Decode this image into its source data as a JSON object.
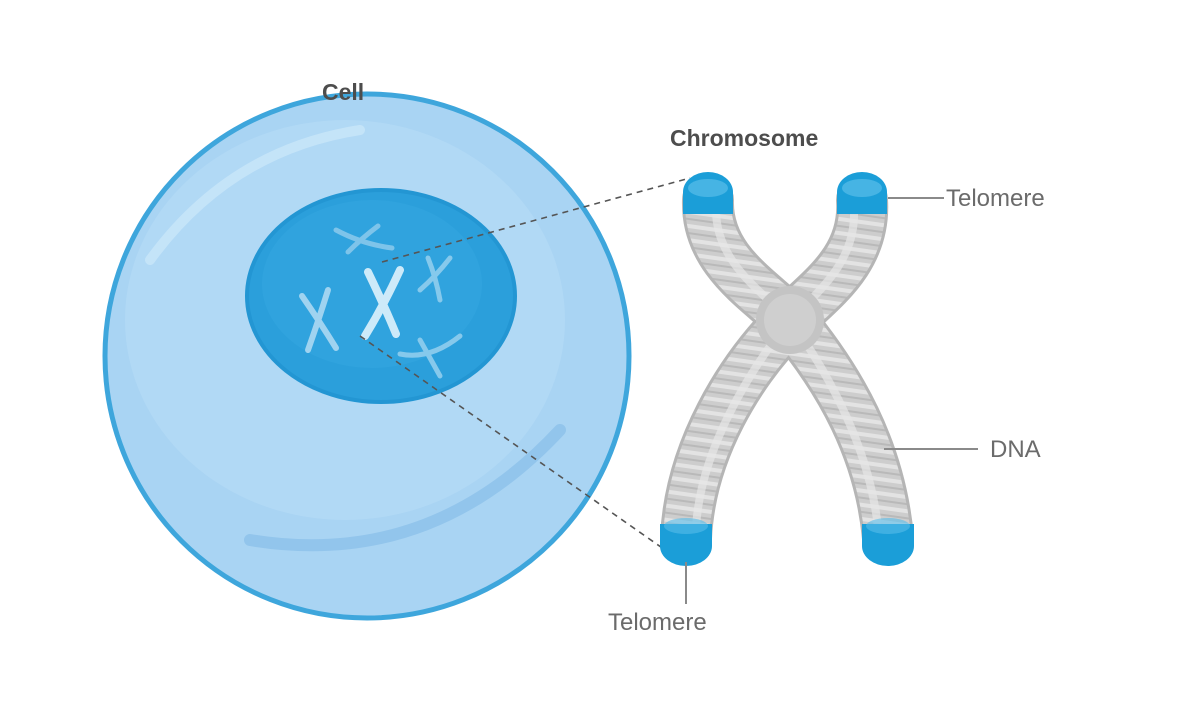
{
  "labels": {
    "cell": "Cell",
    "chromosome": "Chromosome",
    "telomere_top": "Telomere",
    "dna": "DNA",
    "telomere_bottom": "Telomere"
  },
  "colors": {
    "cell_fill": "#a8d3f3",
    "cell_stroke": "#3ea6dc",
    "nucleus_fill": "#2b9fdb",
    "telomere_blue": "#1b9ed8",
    "dna_gray": "#c9c9c9",
    "leader_line": "#8a8a8a"
  }
}
